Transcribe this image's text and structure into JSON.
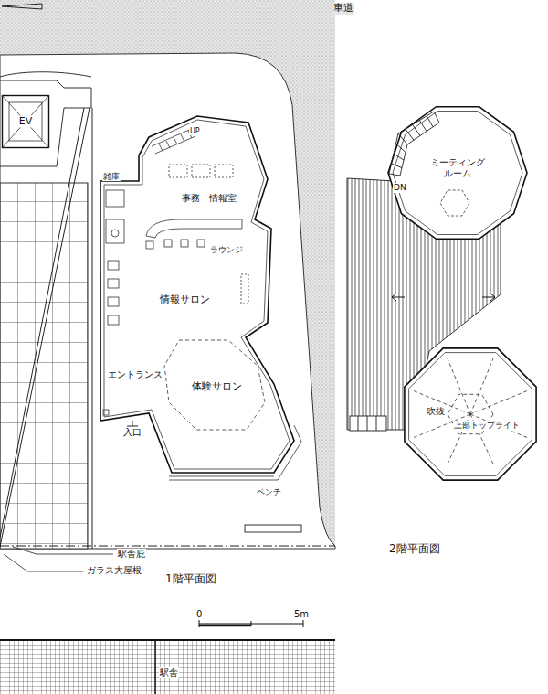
{
  "diagram": {
    "nodes": [
      {
        "text": [
          "EV"
        ]
      },
      {
        "text": [
          "DN",
          "ミーティング ルーム"
        ]
      },
      {
        "text": [
          "吹抜",
          "上部トップライト"
        ]
      }
    ],
    "labels": [
      "車道",
      "UP",
      "雑庫",
      "事務・情報室",
      "ラウンジ",
      "情報サロン",
      "エントランス",
      "体験サロン",
      "入口",
      "ベンチ",
      "駅舎庇",
      "ガラス大屋根",
      "1階平面図",
      "0",
      "5m",
      "駅舎",
      "2階平面図"
    ]
  }
}
